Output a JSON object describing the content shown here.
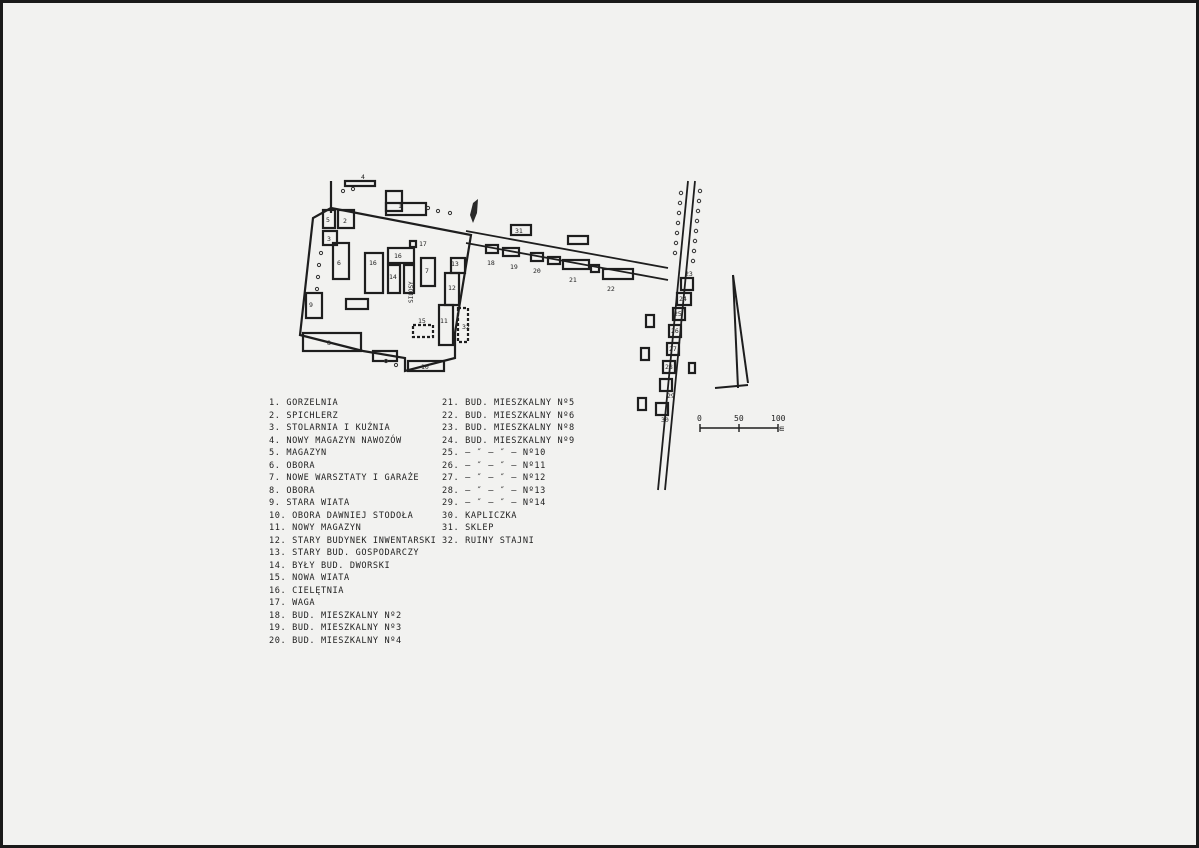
{
  "map": {
    "building_numbers": {
      "b1": "1",
      "b2": "2",
      "b3": "3",
      "b4": "4",
      "b5": "5",
      "b6": "6",
      "b7": "7",
      "b8": "8",
      "b9": "9",
      "b10": "10",
      "b11": "11",
      "b12": "12",
      "b13": "13",
      "b14": "14",
      "b15": "15",
      "b16a": "16",
      "b16b": "16",
      "b17": "17",
      "b18": "18",
      "b19": "19",
      "b20": "20",
      "b21": "21",
      "b22": "22",
      "b23": "23",
      "b24": "24",
      "b25": "25",
      "b26": "26",
      "b27": "27",
      "b28": "28",
      "b29": "29",
      "b30": "30",
      "b31": "31",
      "b32": "32"
    },
    "vertical_label": "SILOSY",
    "scale_bar": {
      "ticks": [
        "0",
        "50",
        "100"
      ],
      "unit": "m"
    }
  },
  "legend": {
    "col1": [
      "1. GORZELNIA",
      "2. SPICHLERZ",
      "3. STOLARNIA I KUŹNIA",
      "4. NOWY MAGAZYN NAWOZÓW",
      "5. MAGAZYN",
      "6. OBORA",
      "7. NOWE WARSZTATY I GARAŻE",
      "8. OBORA",
      "9. STARA WIATA",
      "10. OBORA DAWNIEJ STODOŁA",
      "11. NOWY MAGAZYN",
      "12. STARY BUDYNEK INWENTARSKI",
      "13. STARY BUD. GOSPODARCZY",
      "14. BYŁY BUD. DWORSKI",
      "15. NOWA WIATA",
      "16. CIELĘTNIA",
      "17. WAGA",
      "18. BUD. MIESZKALNY Nº2",
      "19. BUD. MIESZKALNY Nº3",
      "20. BUD. MIESZKALNY Nº4"
    ],
    "col2": [
      "21. BUD. MIESZKALNY Nº5",
      "22. BUD. MIESZKALNY Nº6",
      "23. BUD. MIESZKALNY Nº8",
      "24. BUD. MIESZKALNY Nº9",
      "25. – ″ – ″ – Nº10",
      "26. – ″ – ″ – Nº11",
      "27. – ″ – ″ – Nº12",
      "28. – ″ – ″ – Nº13",
      "29. – ″ – ″ – Nº14",
      "30. KAPLICZKA",
      "31. SKLEP",
      "32. RUINY STAJNI"
    ]
  }
}
